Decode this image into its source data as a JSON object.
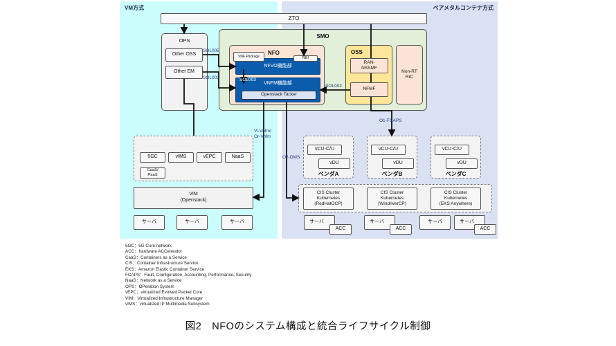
{
  "regions": {
    "vm": {
      "title": "VM方式",
      "color": "#ccfdfd"
    },
    "baremetal": {
      "title": "ベアメタルコンテナ方式",
      "color": "#d9e1f2"
    }
  },
  "zto": {
    "label": "ZTO"
  },
  "ops": {
    "title": "OPS",
    "other_oss": "Other OSS",
    "other_em": "Other EM"
  },
  "smo": {
    "title": "SMO",
    "nfo": {
      "title": "NFO",
      "vnf_package": "VNF Package",
      "nbi": "NBI",
      "nfvo": "NFVO機能部",
      "vnfm": "VNFM機能部",
      "tacker": "Openstack Tacker"
    },
    "oss": {
      "title": "OSS",
      "ran_nssmf": "RAN-\nNSSMF",
      "nfmf": "NFMF"
    },
    "non_rt_ric": "Non-RT\nRIC"
  },
  "interfaces": {
    "sol005": "SOL005",
    "sol002_left": "SOL002",
    "sol003": "SOL003",
    "sol002_right": "SOL002",
    "vi_vnfm": "Vi-Vnfm/\nOr-Vnfm",
    "o2_dms": "O2-DMS",
    "o1_fcaps": "O1-FCAPS"
  },
  "vm_side": {
    "vnfs": [
      "5GC",
      "vIMS",
      "vEPC",
      "NaaS"
    ],
    "caas": "CaaS/\nPaaS",
    "vim": "VIM\n(Openstack)",
    "servers": [
      "サーバ",
      "サーバ",
      "サーバ"
    ]
  },
  "bm_side": {
    "vendors": [
      {
        "name": "ベンダA",
        "cu": "vCU-C/U",
        "du": "vDU"
      },
      {
        "name": "ベンダB",
        "cu": "vCU-C/U",
        "du": "vDU"
      },
      {
        "name": "ベンダC",
        "cu": "vCU-C/U",
        "du": "vDU"
      }
    ],
    "clusters": [
      "CIS Cluster\nKubernetes\n(RedHatOCP)",
      "CIS Cluster\nKubernetes\n(WindriverCP)",
      "CIS Cluster\nKubernetes\n(EKS Anywhere)"
    ],
    "servers": [
      {
        "label": "サーバ",
        "acc": "ACC"
      },
      {
        "label": "サーバ",
        "acc": "ACC"
      },
      {
        "label": "サーバ",
        "acc": null
      },
      {
        "label": "サーバ",
        "acc": "ACC"
      }
    ]
  },
  "legend": [
    "5GC：5G Core network",
    "ACC：hardware ACCelerator",
    "CaaS：Containers as a Service",
    "CIS：Container Infrastructure Service",
    "EKS：Amazon Elastic Container Service",
    "FCAPS：Fault, Configuration, Accounting, Performance, Security",
    "NaaS：Network as a Service",
    "OPS：OPeration System",
    "vEPC：virtualized Evolved Packet Core",
    "VIM：Virtualized Infrastructure Manager",
    "vIMS：virtualized IP Multimedia Subsystem"
  ],
  "caption": "図2　NFOのシステム構成と統合ライフサイクル制御"
}
